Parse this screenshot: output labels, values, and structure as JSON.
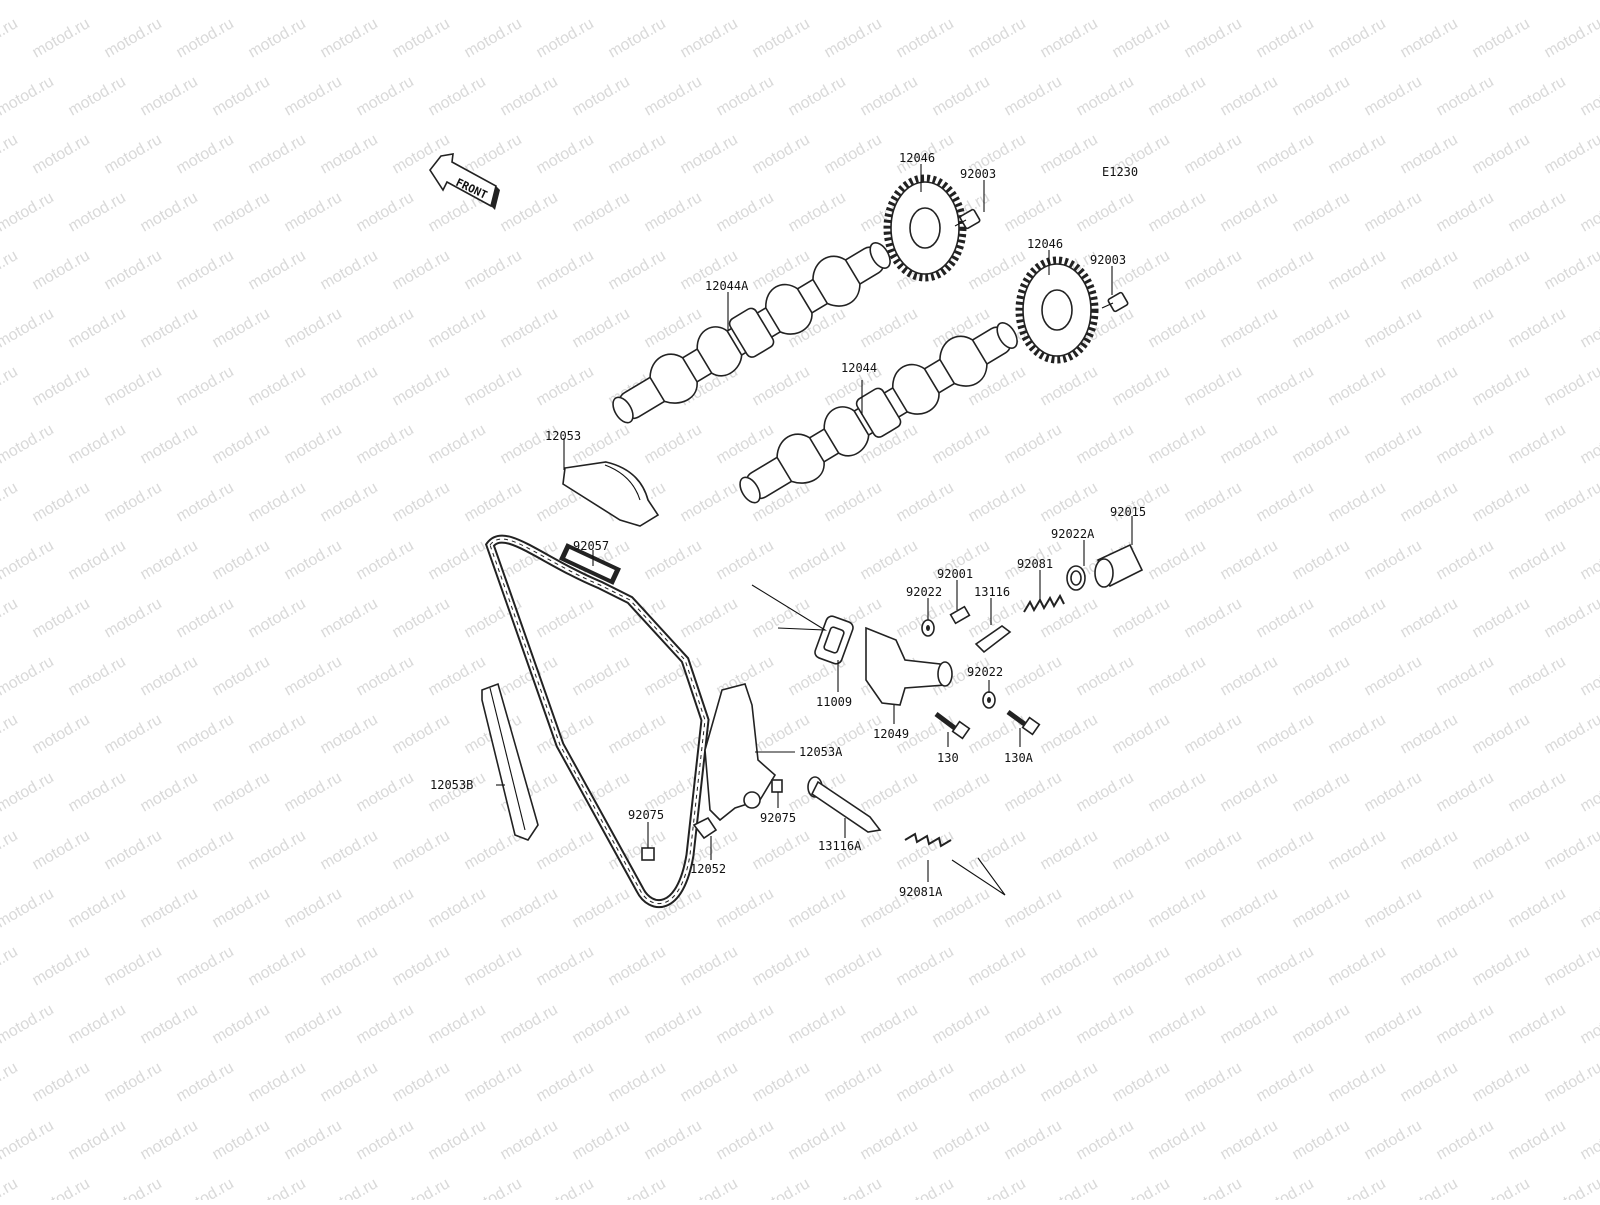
{
  "diagram": {
    "code": "E1230",
    "front_label": "FRONT",
    "watermark": "motod.ru",
    "labels": {
      "l_12046_a": "12046",
      "l_92003_a": "92003",
      "l_12046_b": "12046",
      "l_92003_b": "92003",
      "l_12044A": "12044A",
      "l_12044": "12044",
      "l_12053": "12053",
      "l_92015": "92015",
      "l_92022A": "92022A",
      "l_92057": "92057",
      "l_92001": "92001",
      "l_92081": "92081",
      "l_92022_a": "92022",
      "l_13116": "13116",
      "l_11009": "11009",
      "l_92022_b": "92022",
      "l_12049": "12049",
      "l_130": "130",
      "l_130A": "130A",
      "l_12053A": "12053A",
      "l_12053B": "12053B",
      "l_92075_a": "92075",
      "l_92075_b": "92075",
      "l_13116A": "13116A",
      "l_12052": "12052",
      "l_92081A": "92081A"
    }
  }
}
